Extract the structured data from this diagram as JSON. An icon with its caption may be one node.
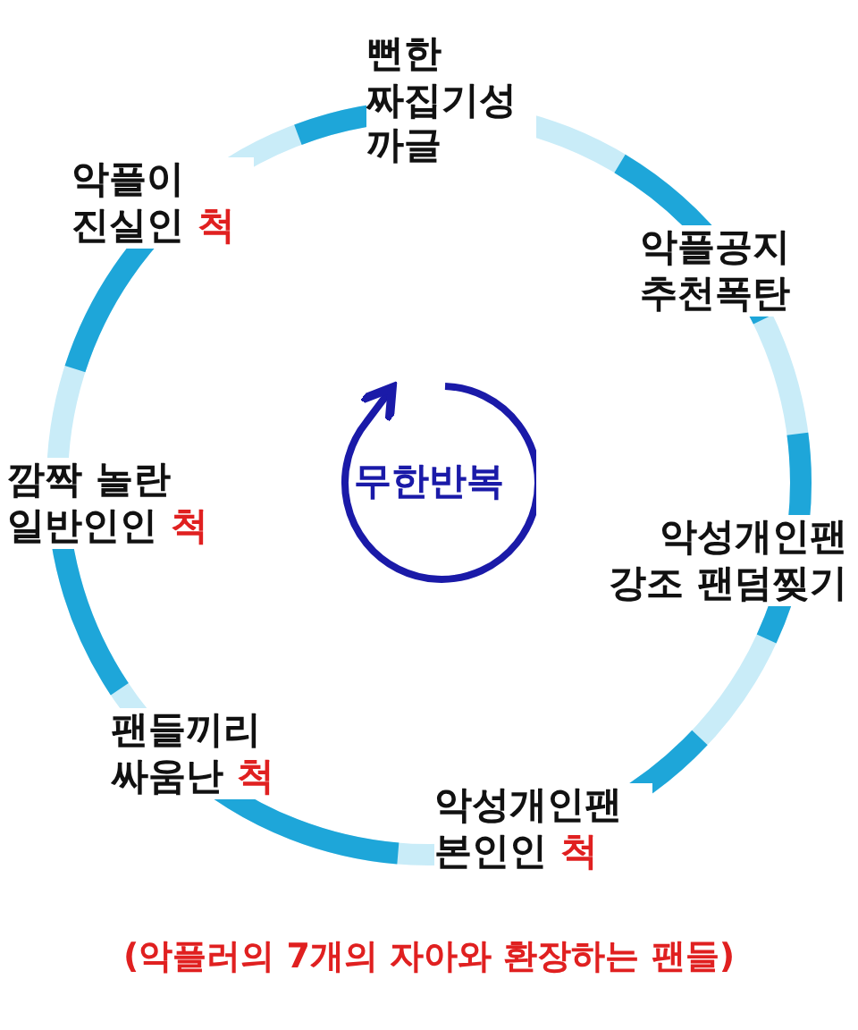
{
  "diagram": {
    "caption": "(악플러의 7개의 자아와 환장하는 팬들)",
    "nodes": [
      {
        "text": [
          "무한반복"
        ]
      }
    ],
    "labels": [
      "뻔한 짜집기성 까글",
      "악플이 진실인 척",
      "악플공지 추천폭탄",
      "깜짝 놀란 일반인인 척",
      "악성개인팬 강조 팬덤찢기",
      "팬들끼리 싸움난 척",
      "악성개인팬 본인인 척"
    ]
  }
}
